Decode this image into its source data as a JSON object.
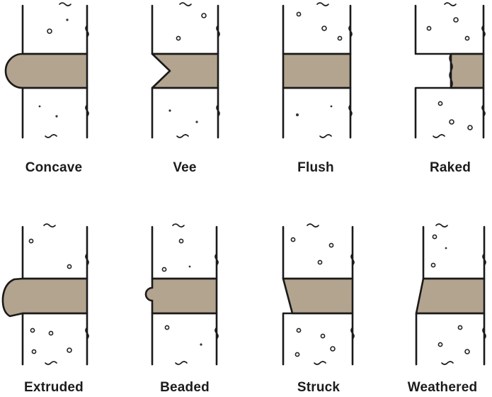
{
  "joints": [
    {
      "id": "concave",
      "label": "Concave",
      "mortar_color": "#b3a48f"
    },
    {
      "id": "vee",
      "label": "Vee",
      "mortar_color": "#b3a48f"
    },
    {
      "id": "flush",
      "label": "Flush",
      "mortar_color": "#b3a48f"
    },
    {
      "id": "raked",
      "label": "Raked",
      "mortar_color": "#b3a48f"
    },
    {
      "id": "extruded",
      "label": "Extruded",
      "mortar_color": "#b3a48f"
    },
    {
      "id": "beaded",
      "label": "Beaded",
      "mortar_color": "#b3a48f"
    },
    {
      "id": "struck",
      "label": "Struck",
      "mortar_color": "#b3a48f"
    },
    {
      "id": "weathered",
      "label": "Weathered",
      "mortar_color": "#b3a48f"
    }
  ]
}
